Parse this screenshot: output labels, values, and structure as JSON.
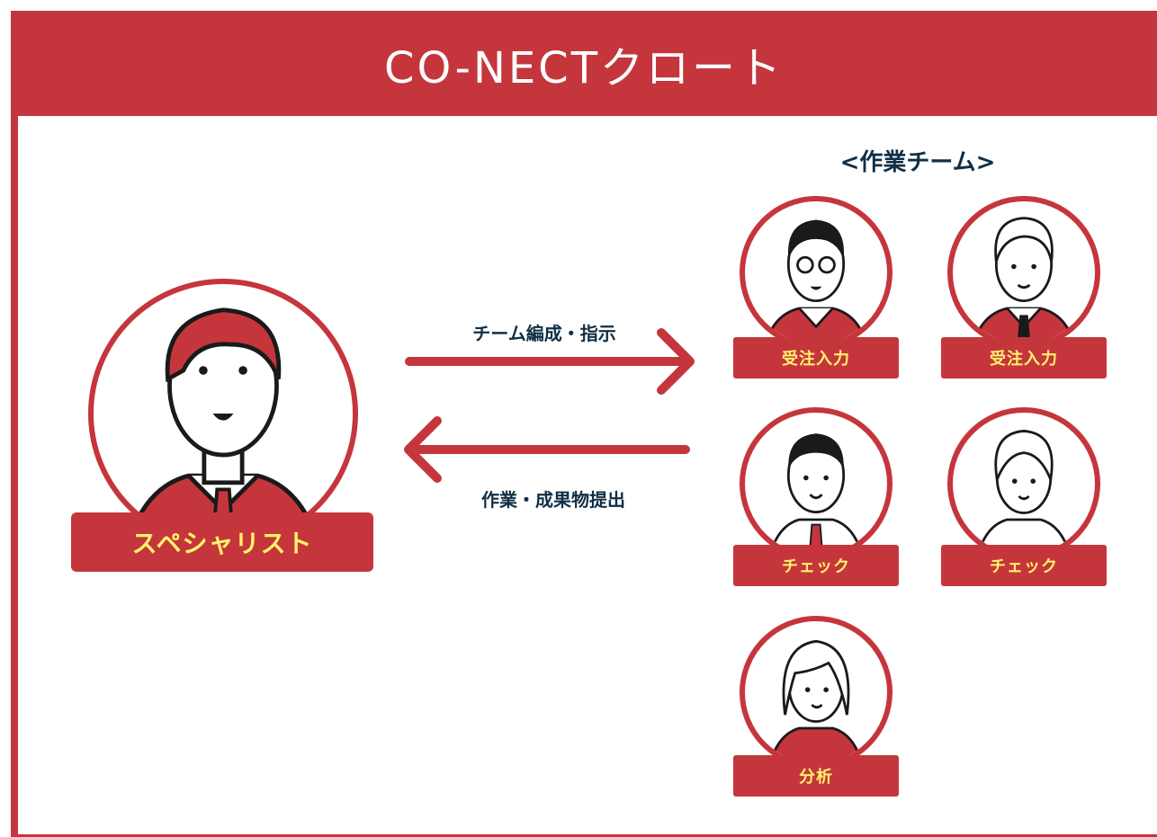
{
  "header": {
    "title": "CO-NECTクロート"
  },
  "team": {
    "heading": "<作業チーム>"
  },
  "specialist": {
    "label": "スペシャリスト"
  },
  "flows": {
    "to_team": "チーム編成・指示",
    "to_specialist": "作業・成果物提出"
  },
  "members": [
    {
      "role": "受注入力",
      "icon": "man-glasses-beard-icon"
    },
    {
      "role": "受注入力",
      "icon": "man-suit-tie-icon"
    },
    {
      "role": "チェック",
      "icon": "man-short-hair-icon"
    },
    {
      "role": "チェック",
      "icon": "woman-ponytail-icon"
    },
    {
      "role": "分析",
      "icon": "woman-bob-hair-icon"
    }
  ],
  "colors": {
    "accent": "#c5363c",
    "label_text": "#fff36b",
    "dark_text": "#0f2f45"
  }
}
